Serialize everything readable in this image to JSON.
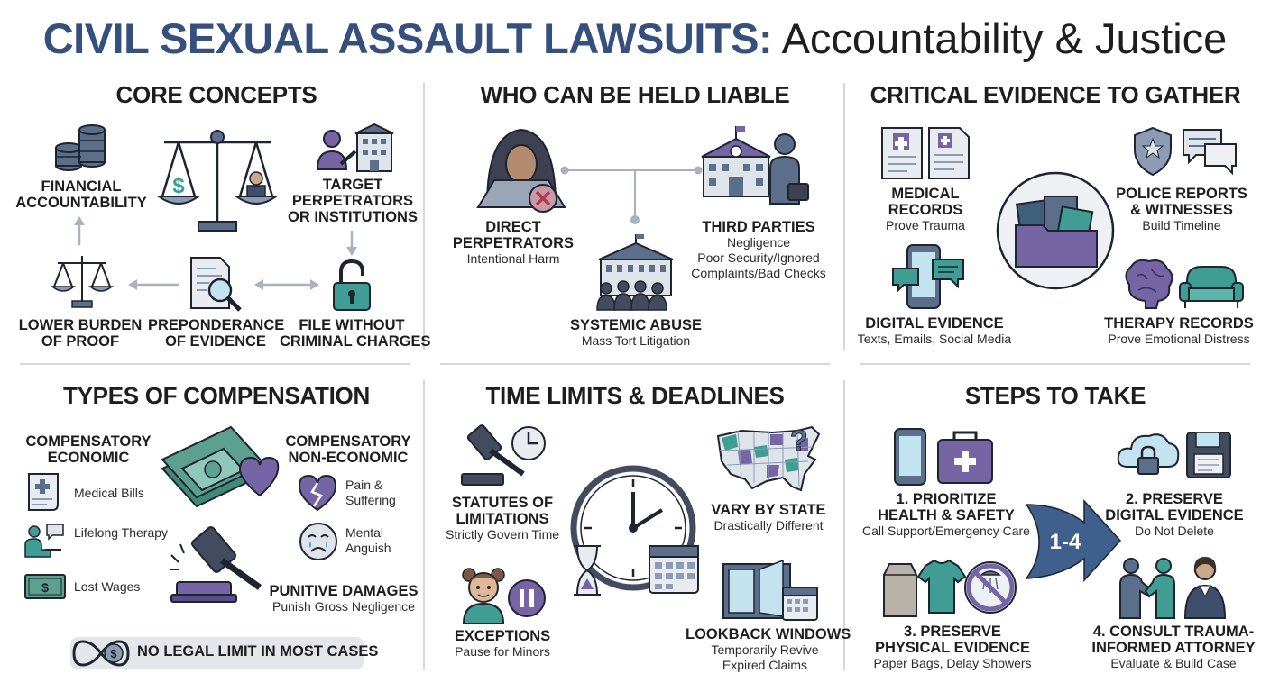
{
  "header": {
    "title_strong": "CIVIL SEXUAL ASSAULT LAWSUITS:",
    "title_rest": "Accountability & Justice"
  },
  "core": {
    "title": "CORE CONCEPTS",
    "financial": [
      "FINANCIAL",
      "ACCOUNTABILITY"
    ],
    "target": [
      "TARGET",
      "PERPETRATORS",
      "OR INSTITUTIONS"
    ],
    "lower": [
      "LOWER BURDEN",
      "OF PROOF"
    ],
    "preponderance": [
      "PREPONDERANCE",
      "OF EVIDENCE"
    ],
    "file": [
      "FILE WITHOUT",
      "CRIMINAL CHARGES"
    ]
  },
  "liable": {
    "title": "WHO CAN BE HELD LIABLE",
    "direct": {
      "h": [
        "DIRECT",
        "PERPETRATORS"
      ],
      "s": [
        "Intentional Harm"
      ]
    },
    "third": {
      "h": [
        "THIRD PARTIES"
      ],
      "s": [
        "Negligence",
        "Poor Security/Ignored",
        "Complaints/Bad Checks"
      ]
    },
    "systemic": {
      "h": [
        "SYSTEMIC ABUSE"
      ],
      "s": [
        "Mass Tort Litigation"
      ]
    }
  },
  "evidence": {
    "title": "CRITICAL EVIDENCE TO GATHER",
    "medical": {
      "h": [
        "MEDICAL",
        "RECORDS"
      ],
      "s": [
        "Prove Trauma"
      ]
    },
    "police": {
      "h": [
        "POLICE REPORTS",
        "& WITNESSES"
      ],
      "s": [
        "Build Timeline"
      ]
    },
    "digital": {
      "h": [
        "DIGITAL EVIDENCE"
      ],
      "s": [
        "Texts, Emails, Social Media"
      ]
    },
    "therapy": {
      "h": [
        "THERAPY RECORDS"
      ],
      "s": [
        "Prove Emotional Distress"
      ]
    }
  },
  "compensation": {
    "title": "TYPES OF COMPENSATION",
    "economic_h": [
      "COMPENSATORY",
      "ECONOMIC"
    ],
    "economic_items": [
      "Medical Bills",
      "Lifelong Therapy",
      "Lost Wages"
    ],
    "noneco_h": [
      "COMPENSATORY",
      "NON-ECONOMIC"
    ],
    "noneco_items": [
      "Pain & Suffering",
      "Mental Anguish"
    ],
    "punitive": {
      "h": [
        "PUNITIVE DAMAGES"
      ],
      "s": [
        "Punish Gross Negligence"
      ]
    },
    "badge": "NO LEGAL LIMIT IN MOST CASES"
  },
  "time": {
    "title": "TIME LIMITS & DEADLINES",
    "statutes": {
      "h": [
        "STATUTES OF",
        "LIMITATIONS"
      ],
      "s": [
        "Strictly Govern Time"
      ]
    },
    "vary": {
      "h": [
        "VARY BY STATE"
      ],
      "s": [
        "Drastically Different"
      ]
    },
    "exceptions": {
      "h": [
        "EXCEPTIONS"
      ],
      "s": [
        "Pause for Minors"
      ]
    },
    "lookback": {
      "h": [
        "LOOKBACK WINDOWS"
      ],
      "s": [
        "Temporarily Revive",
        "Expired Claims"
      ]
    }
  },
  "steps": {
    "title": "STEPS TO TAKE",
    "arrow_label": "1-4",
    "s1": {
      "h": [
        "1. PRIORITIZE",
        "HEALTH & SAFETY"
      ],
      "s": [
        "Call Support/Emergency Care"
      ]
    },
    "s2": {
      "h": [
        "2. PRESERVE",
        "DIGITAL EVIDENCE"
      ],
      "s": [
        "Do Not Delete"
      ]
    },
    "s3": {
      "h": [
        "3. PRESERVE",
        "PHYSICAL EVIDENCE"
      ],
      "s": [
        "Paper Bags, Delay Showers"
      ]
    },
    "s4": {
      "h": [
        "4. CONSULT TRAUMA-",
        "INFORMED ATTORNEY"
      ],
      "s": [
        "Evaluate & Build Case"
      ]
    }
  },
  "colors": {
    "navy": "#35507d",
    "teal": "#3f9d94",
    "purple": "#7565a5",
    "slate": "#434c5e",
    "money": "#5ca08e"
  }
}
